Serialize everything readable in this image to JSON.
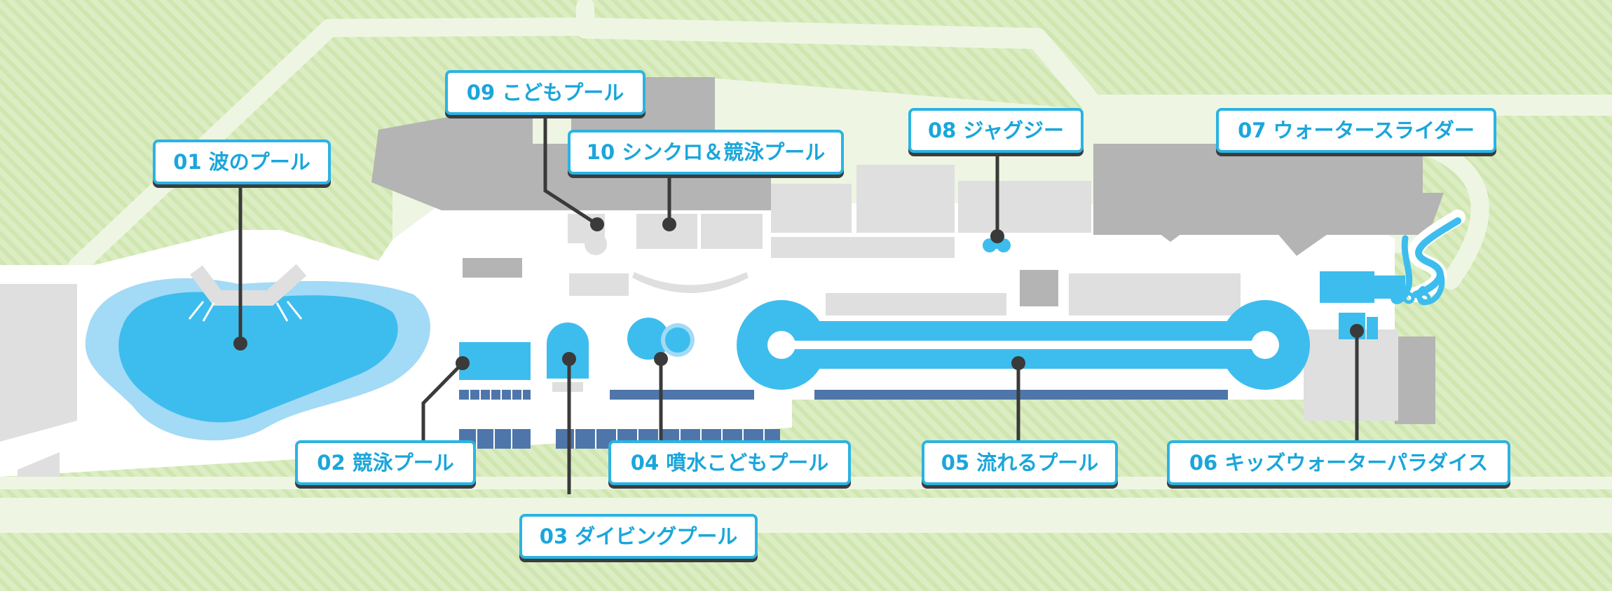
{
  "map": {
    "colors": {
      "grass": "#dcedc4",
      "grass_stripe": "#c9e3a6",
      "path": "#eef6e3",
      "deck": "#ffffff",
      "building": "#b4b4b4",
      "light_building": "#dfdfdf",
      "water": "#3dbdee",
      "water_light": "#a3daf6",
      "seats": "#4f76ab",
      "leader_line": "#3a3a3a",
      "label_border": "#2bb3e3",
      "label_text": "#1aa6db"
    },
    "labels": [
      {
        "id": "01",
        "text": "01 波のプール",
        "icon": "wave-pool"
      },
      {
        "id": "02",
        "text": "02 競泳プール",
        "icon": "racing-pool"
      },
      {
        "id": "03",
        "text": "03 ダイビングプール",
        "icon": "diving-pool"
      },
      {
        "id": "04",
        "text": "04 噴水こどもプール",
        "icon": "fountain-pool"
      },
      {
        "id": "05",
        "text": "05 流れるプール",
        "icon": "lazy-river"
      },
      {
        "id": "06",
        "text": "06 キッズウォーターパラダイス",
        "icon": "kids-water-paradise"
      },
      {
        "id": "07",
        "text": "07 ウォータースライダー",
        "icon": "water-slider"
      },
      {
        "id": "08",
        "text": "08 ジャグジー",
        "icon": "jacuzzi"
      },
      {
        "id": "09",
        "text": "09 こどもプール",
        "icon": "kids-pool"
      },
      {
        "id": "10",
        "text": "10 シンクロ＆競泳プール",
        "icon": "synchro-pool"
      }
    ]
  }
}
